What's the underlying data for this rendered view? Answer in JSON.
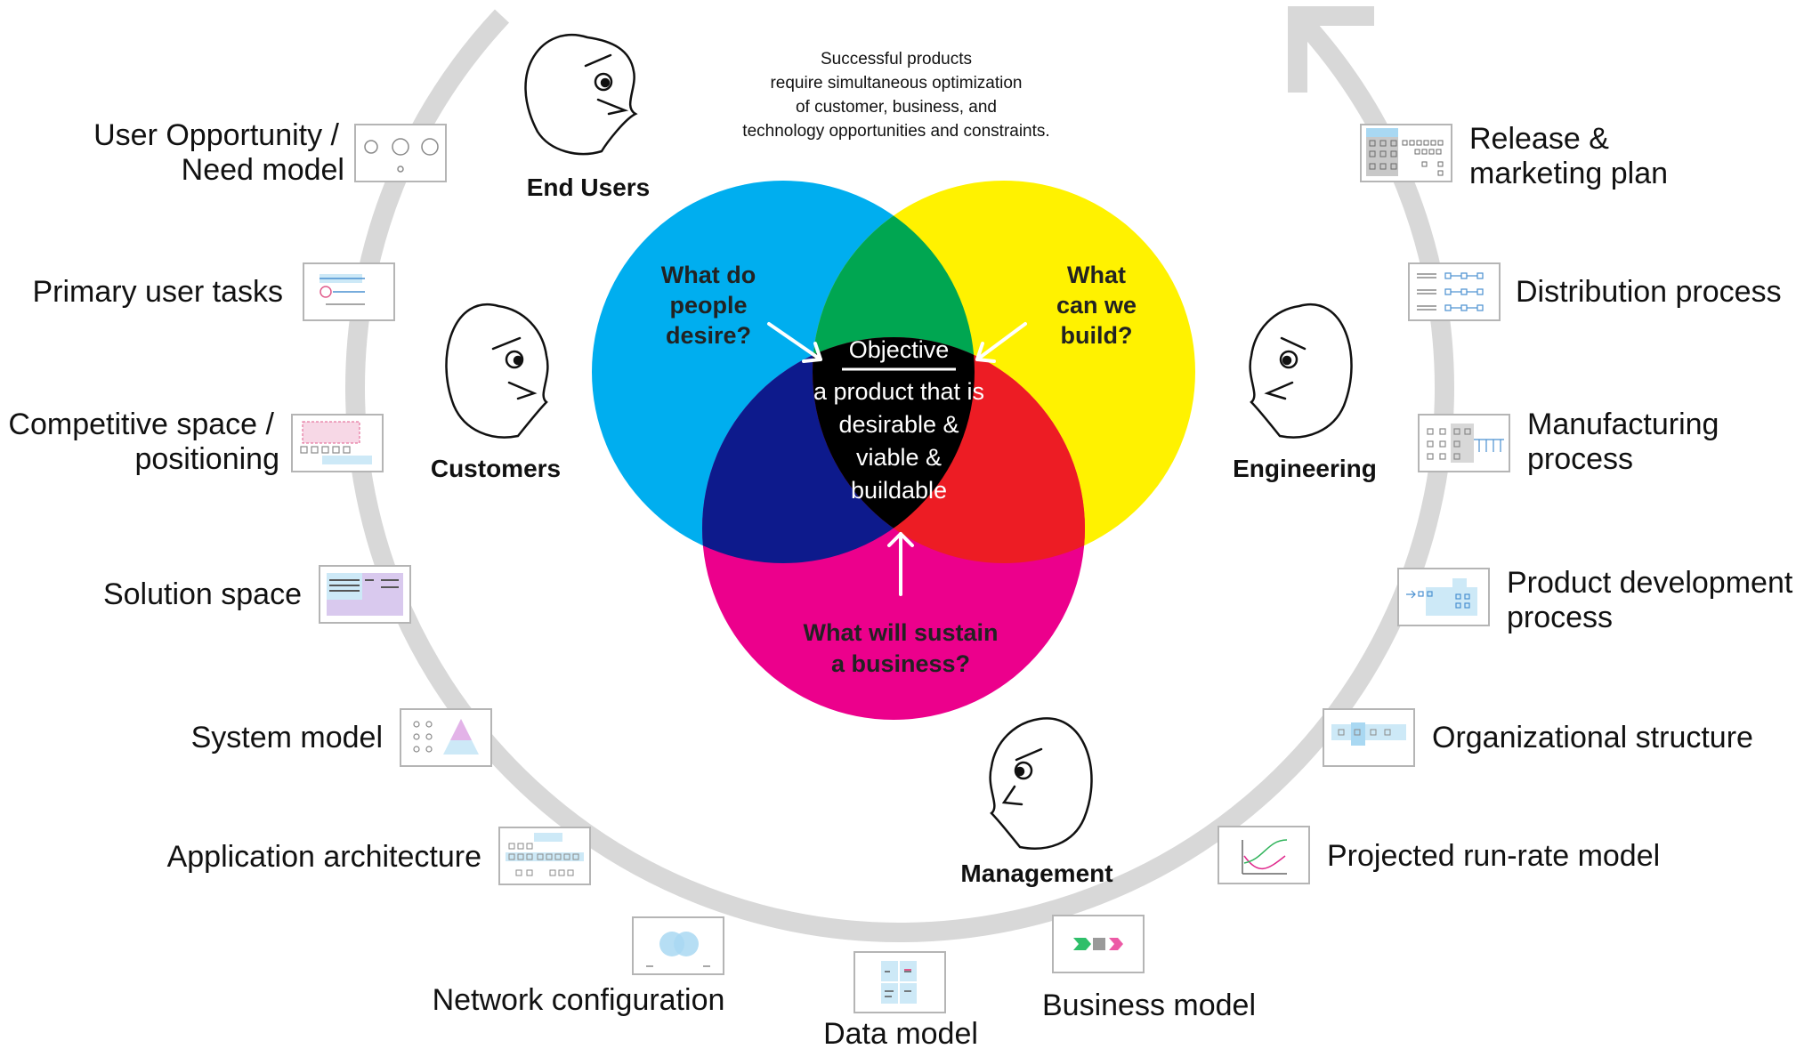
{
  "intro": {
    "lines": [
      "Successful products",
      "require simultaneous optimization",
      "of customer, business, and",
      "technology opportunities and constraints."
    ]
  },
  "colors": {
    "cyan": "#00AEEF",
    "yellow": "#FFF200",
    "magenta": "#EC008C",
    "green": "#00A651",
    "blue": "#0D1A8C",
    "red": "#ED1C24",
    "center": "#000000",
    "ring": "#d8d8d8",
    "thumb_tint": "#cde9f7"
  },
  "venn": {
    "desire": [
      "What do",
      "people",
      "desire?"
    ],
    "build": [
      "What",
      "can we",
      "build?"
    ],
    "sustain": [
      "What will sustain",
      "a business?"
    ],
    "objective_title": "Objective",
    "objective_body": [
      "a product that is",
      "desirable &",
      "viable &",
      "buildable"
    ]
  },
  "personas": {
    "end_users": "End Users",
    "customers": "Customers",
    "engineering": "Engineering",
    "management": "Management"
  },
  "artifacts": {
    "left": [
      {
        "lines": [
          "User Opportunity /",
          "Need model"
        ],
        "icon": "opportunity-model-icon"
      },
      {
        "lines": [
          "Primary user tasks"
        ],
        "icon": "user-tasks-icon"
      },
      {
        "lines": [
          "Competitive space /",
          "positioning"
        ],
        "icon": "competitive-space-icon"
      },
      {
        "lines": [
          "Solution space"
        ],
        "icon": "solution-space-icon"
      },
      {
        "lines": [
          "System model"
        ],
        "icon": "system-model-icon"
      },
      {
        "lines": [
          "Application architecture"
        ],
        "icon": "application-architecture-icon"
      },
      {
        "lines": [
          "Network configuration"
        ],
        "icon": "network-configuration-icon"
      }
    ],
    "bottom": {
      "lines": [
        "Data model"
      ],
      "icon": "data-model-icon"
    },
    "right": [
      {
        "lines": [
          "Business model"
        ],
        "icon": "business-model-icon"
      },
      {
        "lines": [
          "Projected run-rate model"
        ],
        "icon": "run-rate-model-icon"
      },
      {
        "lines": [
          "Organizational structure"
        ],
        "icon": "org-structure-icon"
      },
      {
        "lines": [
          "Product development",
          "process"
        ],
        "icon": "product-dev-process-icon"
      },
      {
        "lines": [
          "Manufacturing",
          "process"
        ],
        "icon": "manufacturing-process-icon"
      },
      {
        "lines": [
          "Distribution process"
        ],
        "icon": "distribution-process-icon"
      },
      {
        "lines": [
          "Release &",
          "marketing plan"
        ],
        "icon": "release-plan-icon"
      }
    ]
  }
}
